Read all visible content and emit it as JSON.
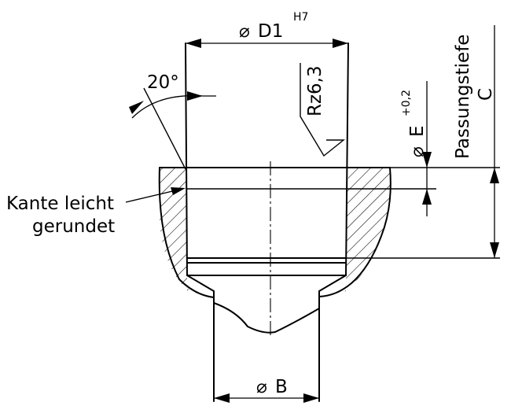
{
  "labels": {
    "d1_symbol": "⌀",
    "d1": "D1",
    "d1_tolerance": "H7",
    "angle": "20°",
    "roughness": "Rz6,3",
    "e_symbol": "⌀",
    "e": "E",
    "e_tolerance": "+0,2",
    "depth_line1": "Passungstiefe",
    "depth_line2": "C",
    "edge_note_line1": "Kante leicht",
    "edge_note_line2": "gerundet",
    "b_symbol": "⌀",
    "b": "B"
  },
  "colors": {
    "line": "#000000",
    "background": "#ffffff"
  }
}
